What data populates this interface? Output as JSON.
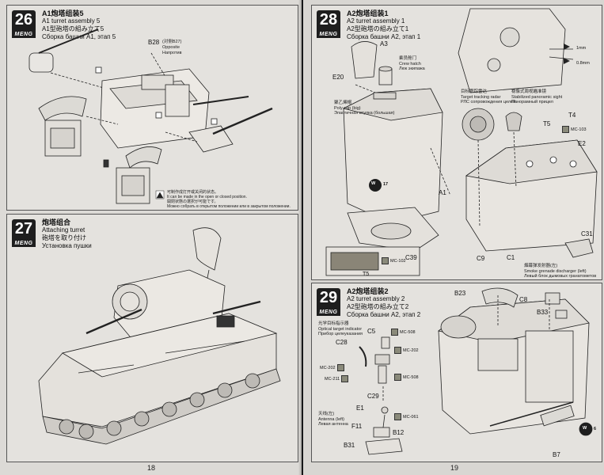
{
  "brand": "MENG",
  "left_page": {
    "page_number": "18",
    "step26": {
      "number": "26",
      "title_cn": "A1炮塔组装5",
      "title_en": "A1 turret assembly 5",
      "title_jp": "A1型砲塔の組み立て5",
      "title_ru": "Сборка башни A1, этап 5",
      "part_label": "B28",
      "part_note_cn": "(对侧B27)",
      "part_note_en": "Opposite",
      "part_note_ru": "Напротив",
      "warning_cn": "可制作成打开或关闭的状态。",
      "warning_en": "It can be made in the open or closed position.",
      "warning_jp": "開閉状態の選択が可能です。",
      "warning_ru": "Можно собрать в открытом положении или в закрытом положении."
    },
    "step27": {
      "number": "27",
      "title_cn": "炮塔组合",
      "title_en": "Attaching turret",
      "title_jp": "砲塔を取り付け",
      "title_ru": "Установка пушки"
    }
  },
  "right_page": {
    "page_number": "19",
    "step28": {
      "number": "28",
      "title_cn": "A2炮塔组装1",
      "title_en": "A2 turret assembly 1",
      "title_jp": "A2型砲塔の組み立て1",
      "title_ru": "Сборка башни A2, этап 1",
      "labels": {
        "a3": "A3",
        "e20": "E20",
        "a1": "A1",
        "c39": "C39",
        "t5_box": "T5",
        "c9": "C9",
        "c1": "C1",
        "c31": "C31",
        "t5": "T5",
        "t4": "T4",
        "e2": "E2"
      },
      "crew_hatch_cn": "乘员舱门",
      "crew_hatch_en": "Crew hatch",
      "crew_hatch_ru": "Люк экипажа",
      "poly_cap_cn": "聚乙烯帽",
      "poly_cap_en": "Poly cap (big)",
      "poly_cap_ru": "Эластичная втулка (большая)",
      "target_radar_cn": "目标跟踪雷达",
      "target_radar_en": "Target tracking radar",
      "target_radar_ru": "РЛС сопровождения целей",
      "sight_cn": "稳像式周视瞄准镜",
      "sight_en": "Stabilized panoramic sight",
      "sight_ru": "Панорамный прицел",
      "smoke_cn": "烟幕弹发射器(左)",
      "smoke_en": "Smoke grenade discharger (left)",
      "smoke_ru": "Левый блок дымовых гранатометов",
      "dim_1mm": "1mm",
      "dim_08mm": "0.8mm",
      "paint_mc103": "MC-103",
      "paint_mc102": "MC-102",
      "glue": "W",
      "glue_num": "17"
    },
    "step29": {
      "number": "29",
      "title_cn": "A2炮塔组装2",
      "title_en": "A2 turret assembly 2",
      "title_jp": "A2型砲塔の組み立て2",
      "title_ru": "Сборка башни A2, этап 2",
      "optical_cn": "光学目标指示器",
      "optical_en": "Optical target indicator",
      "optical_ru": "Прибор целеуказания",
      "antenna_cn": "天线(左)",
      "antenna_en": "Antenna (left)",
      "antenna_ru": "Левая антенна",
      "labels": {
        "c28": "C28",
        "c5": "C5",
        "c29": "C29",
        "e1": "E1",
        "f11": "F11",
        "b12": "B12",
        "b31": "B31",
        "b23": "B23",
        "c8": "C8",
        "b33": "B33",
        "b7": "B7"
      },
      "paints": {
        "mc508a": "MC-508",
        "mc202a": "MC-202",
        "mc202b": "MC-202",
        "mc211": "MC-211",
        "mc508b": "MC-508",
        "mc061": "MC-061"
      },
      "glue": "W",
      "glue_num": "6"
    }
  }
}
